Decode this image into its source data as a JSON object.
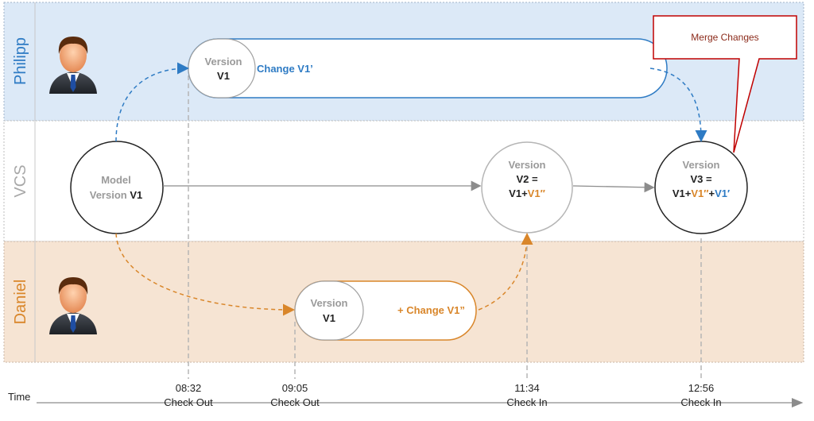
{
  "lanes": {
    "philipp": "Philipp",
    "vcs": "VCS",
    "daniel": "Daniel"
  },
  "nodes": {
    "model_line1": "Model",
    "model_line2_prefix": "Version ",
    "model_line2_v": "V1",
    "v2_line1": "Version",
    "v2_line2": "V2 =",
    "v2_line3_a": "V1+",
    "v2_line3_b": "V1″",
    "v3_line1": "Version",
    "v3_line2": "V3 =",
    "v3_line3_a": "V1+",
    "v3_line3_b": "V1″",
    "v3_line3_c": "+",
    "v3_line3_d": "V1′"
  },
  "branches": {
    "philipp_version_label": "Version",
    "philipp_version_value": "V1",
    "philipp_change": "Change V1’",
    "daniel_version_label": "Version",
    "daniel_version_value": "V1",
    "daniel_change": "+ Change V1”"
  },
  "callout": {
    "text": "Merge Changes"
  },
  "timeline": {
    "label": "Time",
    "events": [
      {
        "time": "08:32",
        "action": "Check Out"
      },
      {
        "time": "09:05",
        "action": "Check Out"
      },
      {
        "time": "11:34",
        "action": "Check In"
      },
      {
        "time": "12:56",
        "action": "Check In"
      }
    ]
  },
  "colors": {
    "philipp_lane": "#dce9f7",
    "daniel_lane": "#f6e4d3",
    "blue": "#2e7bc4",
    "orange": "#d9862a",
    "grey_text": "#9a9a9a",
    "callout_border": "#c00000",
    "callout_text": "#8b2a1a"
  },
  "icons": [
    "person-avatar-icon"
  ]
}
